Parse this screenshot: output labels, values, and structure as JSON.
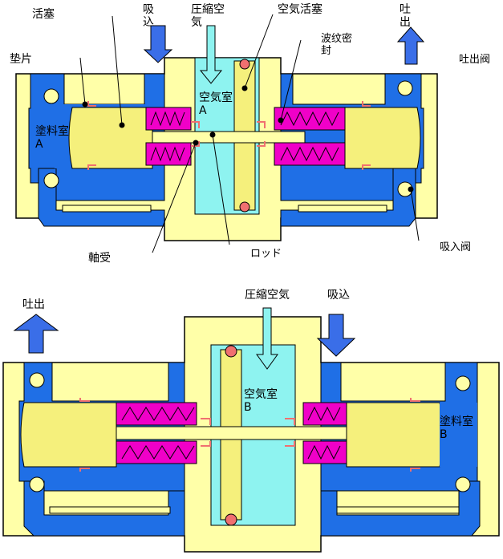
{
  "labels": {
    "piston": "活塞",
    "suction_top": "吸込",
    "compressed_air_top": "圧縮空気",
    "air_piston": "空気活塞",
    "discharge_top": "吐出",
    "gasket": "垫片",
    "bellows_seal": "波纹密封",
    "discharge_valve": "吐出阀",
    "air_chamber_a": "空気室A",
    "paint_chamber_a": "塗料室A",
    "bearing": "軸受",
    "rod": "ロッド",
    "suction_valve": "吸入阀",
    "discharge_bottom": "吐出",
    "compressed_air_bottom": "圧縮空気",
    "suction_bottom": "吸込",
    "air_chamber_b": "空気室B",
    "paint_chamber_b": "塗料室B"
  },
  "colors": {
    "body_fill": "#ffffa8",
    "body_stroke": "#000000",
    "channel_blue": "#1f6fe6",
    "air_chamber": "#8ef3f0",
    "piston_fill": "#f5f07c",
    "bellows": "#f000c8",
    "seal_ring": "#f07070",
    "arrow_blue": "#3a6ee8",
    "air_arrow": "#8ef3f0",
    "ball_fill": "#ffffa8"
  },
  "icons": {
    "flow_arrow": "arrow-icon",
    "valve_ball": "ball-valve-icon",
    "bellows": "bellows-icon"
  }
}
